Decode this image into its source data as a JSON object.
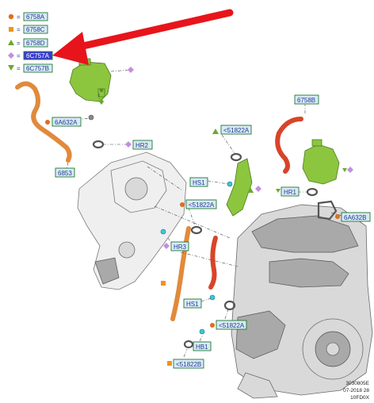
{
  "legend": [
    {
      "marker": "circle",
      "color": "#e06d1f",
      "code": "6758A"
    },
    {
      "marker": "square",
      "color": "#f0931e",
      "code": "6758C"
    },
    {
      "marker": "triangle",
      "color": "#6aa832",
      "code": "6758D"
    },
    {
      "marker": "diamond",
      "color": "#c58de0",
      "code": "6C757A"
    },
    {
      "marker": "triangle-down",
      "color": "#6aa832",
      "code": "6C757B"
    }
  ],
  "callouts": {
    "c_6a632a": "6A632A",
    "c_hr2": "HR2",
    "c_6853": "6853",
    "c_6758b": "6758B",
    "c_51822a_top": "<51822A",
    "c_hs1_top": "HS1",
    "c_hr1": "HR1",
    "c_6a632b": "6A632B",
    "c_51822a_mid": "<51822A",
    "c_hr3": "HR3",
    "c_hs1_bottom": "HS1",
    "c_51822a_low": "<51822A",
    "c_hb1": "HB1",
    "c_51822b": "<51822B"
  },
  "footer": {
    "line1": "3030805E",
    "line2": "07-2018 28",
    "line3": "10FD0X"
  },
  "colors": {
    "arrow": "#e8141b",
    "hose_orange": "#e08a3c",
    "hose_red": "#d8442a",
    "reservoir_green": "#8cc63f",
    "callout_text": "#1a3f8f",
    "callout_border": "#1a7a2e"
  }
}
